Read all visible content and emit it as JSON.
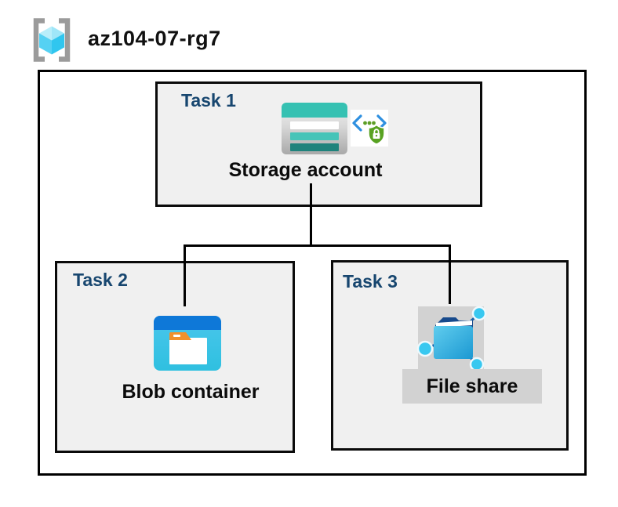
{
  "header": {
    "resource_group_name": "az104-07-rg7"
  },
  "tasks": [
    {
      "label": "Task 1",
      "resource": "Storage account"
    },
    {
      "label": "Task 2",
      "resource": "Blob container"
    },
    {
      "label": "Task 3",
      "resource": "File share"
    }
  ],
  "icons": {
    "resource_group": "azure-resource-group-brackets-cube",
    "storage_account": "storage-account-rows",
    "secure_access": "code-chevrons-green-shield-lock",
    "blob_container": "window-folder-orange-tab",
    "file_share": "folder-share-nodes"
  },
  "colors": {
    "task_heading": "#17466f",
    "box_fill": "#f0f0f0",
    "border": "#000000",
    "storage_teal": "#35c1b2",
    "storage_teal_dark": "#1f837c",
    "sas_blue": "#2e8fe0",
    "sas_green": "#58a222",
    "blob_header_blue": "#0e78d8",
    "blob_body_cyan": "#3cc3e6",
    "blob_tab_orange": "#f1912b",
    "fileshare_gray": "#d2d2d2",
    "fileshare_navy": "#174a8c",
    "fileshare_node_cyan": "#38c8f0",
    "cube_cyan": "#55d1f3",
    "bracket_gray": "#9b9b9b"
  }
}
